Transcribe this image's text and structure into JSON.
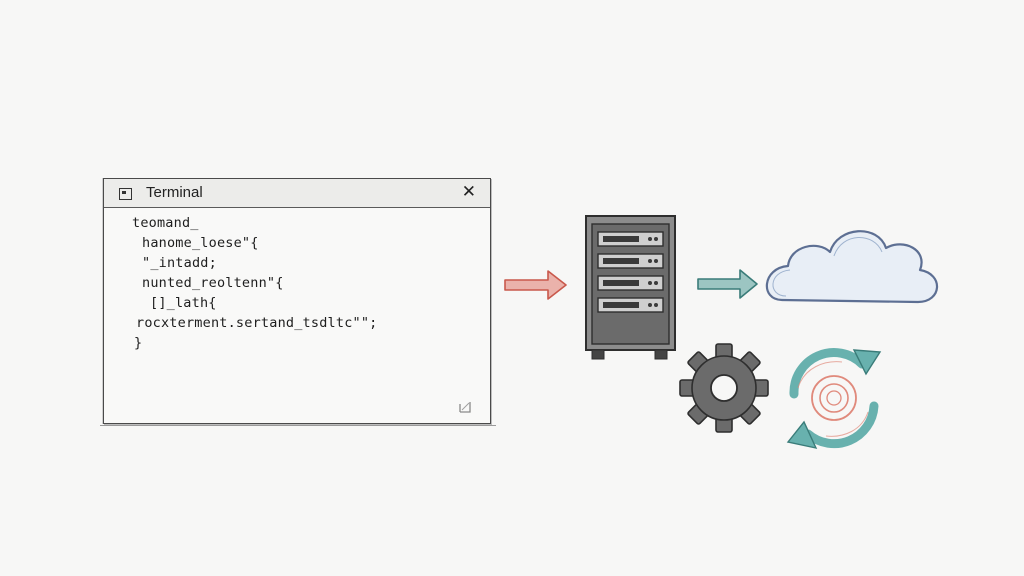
{
  "terminal": {
    "title": "Terminal",
    "close_glyph": "✕",
    "lines": [
      "teomand_",
      "hanome_loese\"{",
      "\"_intadd;",
      "nunted_reoltenn\"{",
      "[]_lath{",
      "rocxterment.sertand_tsdltc\"\";",
      "}"
    ]
  },
  "icons": {
    "terminal": "terminal-window-icon",
    "close": "close-icon",
    "server": "server-rack-icon",
    "cloud": "cloud-icon",
    "gear": "gear-icon",
    "sync": "sync-cycle-icon"
  },
  "colors": {
    "arrow_in": "#e07a6e",
    "arrow_out": "#5fa3a0",
    "cloud_outline": "#5d6f93",
    "cloud_fill": "#e8eef6",
    "gear": "#6b6b6b",
    "sync_teal": "#68b1ae",
    "sync_red": "#e08a7c",
    "server_body": "#5a5a5a",
    "ink": "#333333"
  }
}
